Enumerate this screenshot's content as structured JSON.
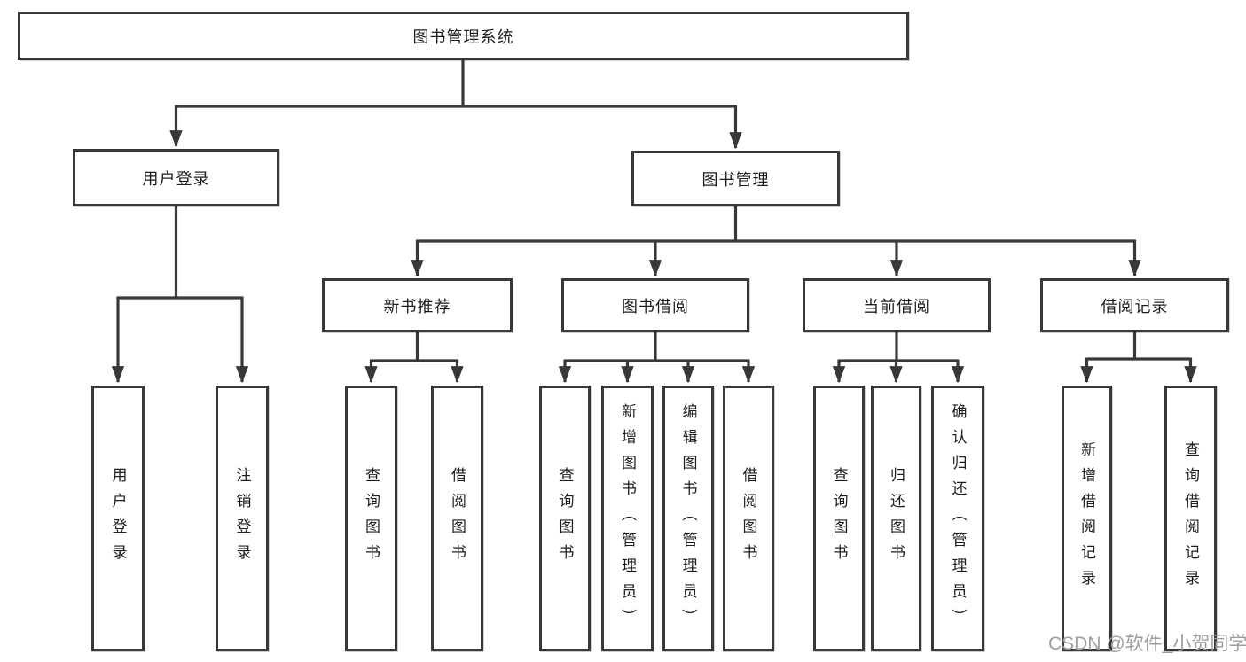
{
  "diagram": {
    "root": "图书管理系统",
    "branches": [
      {
        "label": "用户登录",
        "leaves": [
          "用户登录",
          "注销登录"
        ]
      },
      {
        "label": "图书管理",
        "groups": [
          {
            "label": "新书推荐",
            "leaves": [
              "查询图书",
              "借阅图书"
            ]
          },
          {
            "label": "图书借阅",
            "leaves": [
              "查询图书",
              "新增图书（管理员）",
              "编辑图书（管理员）",
              "借阅图书"
            ]
          },
          {
            "label": "当前借阅",
            "leaves": [
              "查询图书",
              "归还图书",
              "确认归还（管理员）"
            ]
          },
          {
            "label": "借阅记录",
            "leaves": [
              "新增借阅记录",
              "查询借阅记录"
            ]
          }
        ]
      }
    ]
  },
  "watermark": "CSDN @软件_小贺同学",
  "colors": {
    "line": "#383838",
    "box_border": "#383838",
    "text": "#1d1d1d",
    "watermark": "#9e9e9e",
    "background": "#ffffff"
  }
}
